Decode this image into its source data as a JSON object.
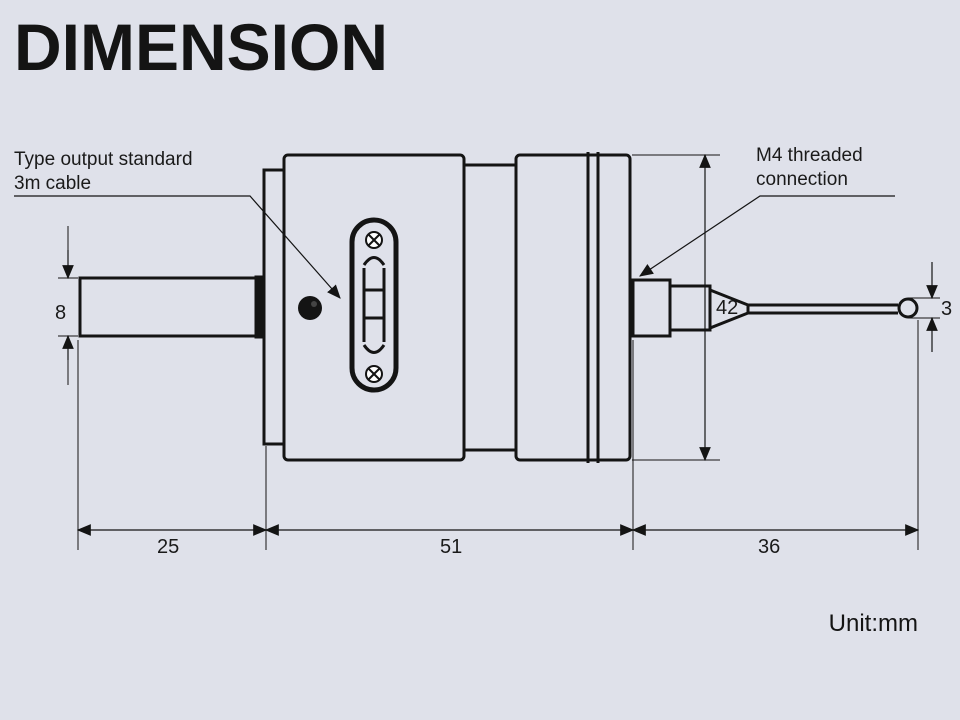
{
  "title": "DIMENSION",
  "callouts": {
    "cable": {
      "line1": "Type output standard",
      "line2": "3m cable"
    },
    "thread": {
      "line1": "M4 threaded",
      "line2": "connection"
    }
  },
  "dimensions": {
    "shaft_diameter": "8",
    "length_shaft": "25",
    "length_body": "51",
    "length_stylus": "36",
    "body_height": "42",
    "ball_diameter": "3"
  },
  "unit_label": "Unit:mm",
  "colors": {
    "background": "#dfe1ea",
    "line": "#141414"
  }
}
